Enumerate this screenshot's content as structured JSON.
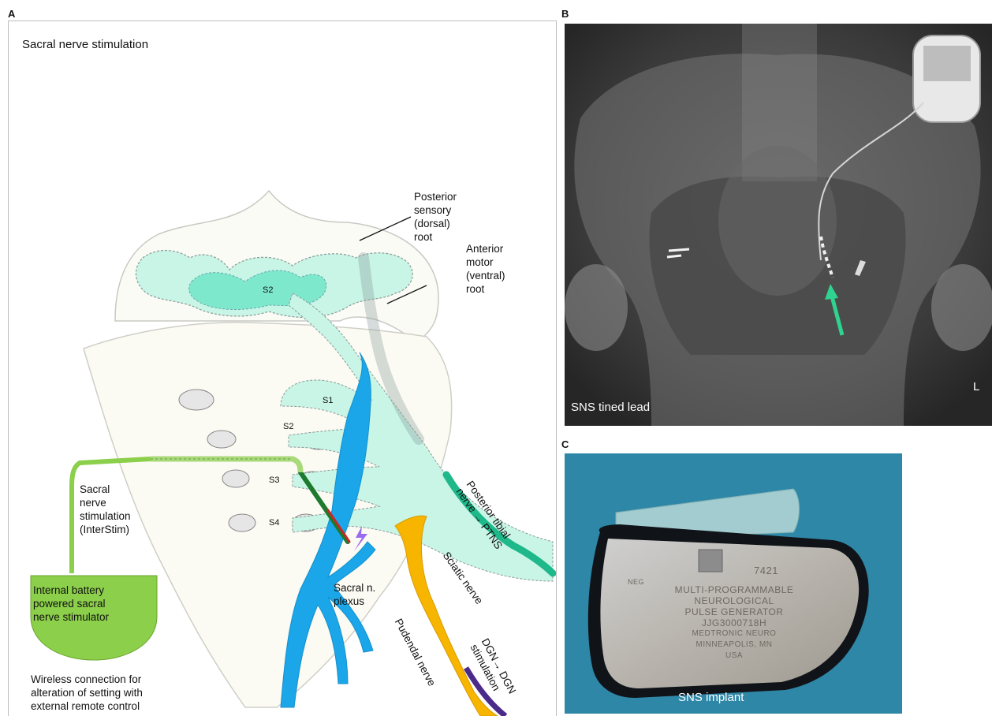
{
  "panels": {
    "a": {
      "letter": "A",
      "title": "Sacral nerve stimulation",
      "labels": {
        "posterior_root": [
          "Posterior",
          "sensory",
          "(dorsal)",
          "root"
        ],
        "anterior_root": [
          "Anterior",
          "motor",
          "(ventral)",
          "root"
        ],
        "s2_top": "S2",
        "s1": "S1",
        "s2": "S2",
        "s3": "S3",
        "s4": "S4",
        "device_label": [
          "Sacral",
          "nerve",
          "stimulation",
          "(InterStim)"
        ],
        "battery": [
          "Internal battery",
          "powered sacral",
          "nerve stimulator"
        ],
        "wireless": [
          "Wireless connection for",
          "alteration of setting with",
          "external remote control"
        ],
        "plexus": [
          "Sacral n.",
          "plexus"
        ],
        "ptns": [
          "Posterior tibial",
          "nerve → PTNS"
        ],
        "sciatic": "Sciatic nerve",
        "pudendal": "Pudendal nerve",
        "dgn": [
          "DGN→ DGN",
          "stimulation"
        ]
      }
    },
    "b": {
      "letter": "B",
      "caption": "SNS tined lead",
      "side_marker": "L"
    },
    "c": {
      "letter": "C",
      "caption": "SNS implant",
      "engraving": [
        "NEG",
        "7421",
        "MULTI-PROGRAMMABLE",
        "NEUROLOGICAL",
        "PULSE GENERATOR",
        "JJG3000718H",
        "MEDTRONIC NEURO",
        "MINNEAPOLIS, MN",
        "USA"
      ]
    }
  },
  "colors": {
    "nerve_root": "#c8f5e6",
    "root_outline": "#8a9a98",
    "plexus_blue": "#1aa6e8",
    "pudendal_orange": "#f7b500",
    "tibial_green": "#1fb88a",
    "device_green": "#8ccf4a",
    "dgn_purple": "#4b2a8a",
    "xray_bg": "#3a3a3a",
    "implant_bg": "#2f87a8"
  }
}
